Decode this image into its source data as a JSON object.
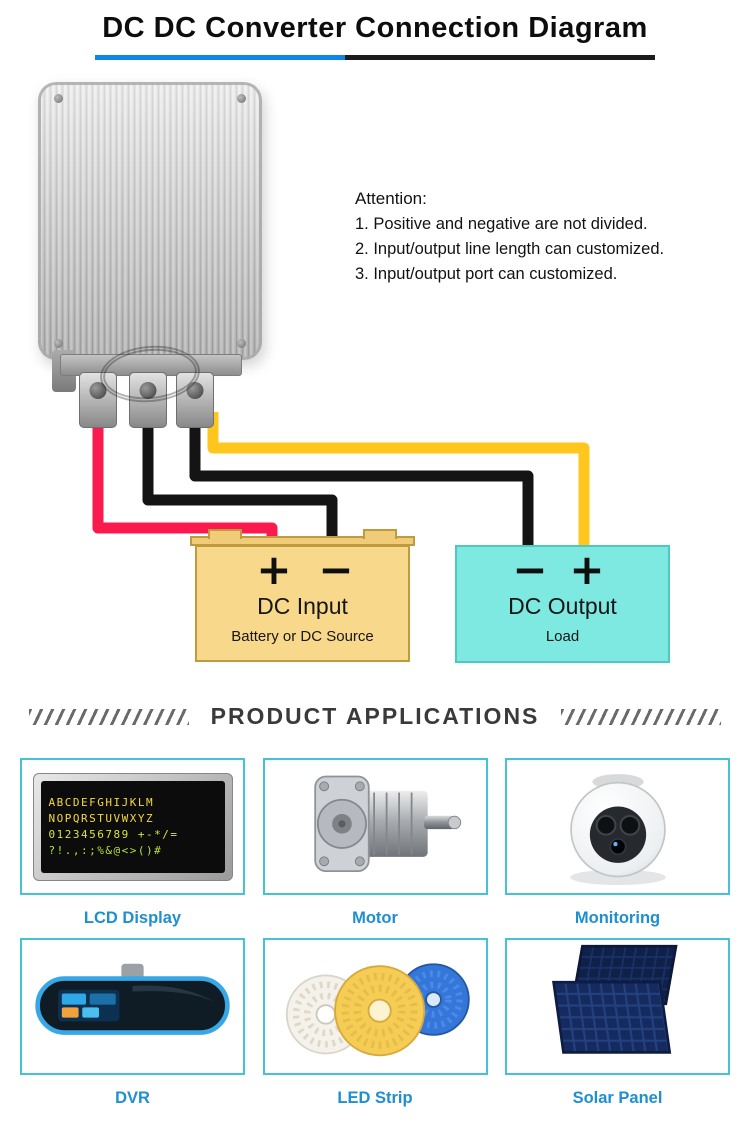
{
  "title": "DC DC Converter Connection Diagram",
  "attention": {
    "heading": "Attention:",
    "items": [
      "1. Positive and negative are not divided.",
      "2. Input/output line length can customized.",
      "3. Input/output port can customized."
    ]
  },
  "diagram": {
    "input_box": {
      "plus": "+",
      "minus": "−",
      "title": "DC Input",
      "subtitle": "Battery or DC Source"
    },
    "output_box": {
      "minus": "−",
      "plus": "+",
      "title": "DC Output",
      "subtitle": "Load"
    }
  },
  "applications": {
    "heading": "PRODUCT APPLICATIONS",
    "items": [
      {
        "label": "LCD Display"
      },
      {
        "label": "Motor"
      },
      {
        "label": "Monitoring"
      },
      {
        "label": "DVR"
      },
      {
        "label": "LED Strip"
      },
      {
        "label": "Solar Panel"
      }
    ]
  },
  "lcd": {
    "lines": [
      "ABCDEFGHIJKLM",
      "NOPQRSTUVWXYZ",
      "0123456789 +-*/=",
      "?!.,:;%&@<>()#"
    ]
  },
  "colors": {
    "accent_blue": "#0e86e6",
    "card_border": "#43c3d3",
    "label_blue": "#1e8fd0",
    "wire_red": "#fb1a4e",
    "wire_yellow": "#ffc61e",
    "wire_black": "#141414",
    "input_box_fill": "#f8d88b",
    "output_box_fill": "#7de9e0"
  }
}
